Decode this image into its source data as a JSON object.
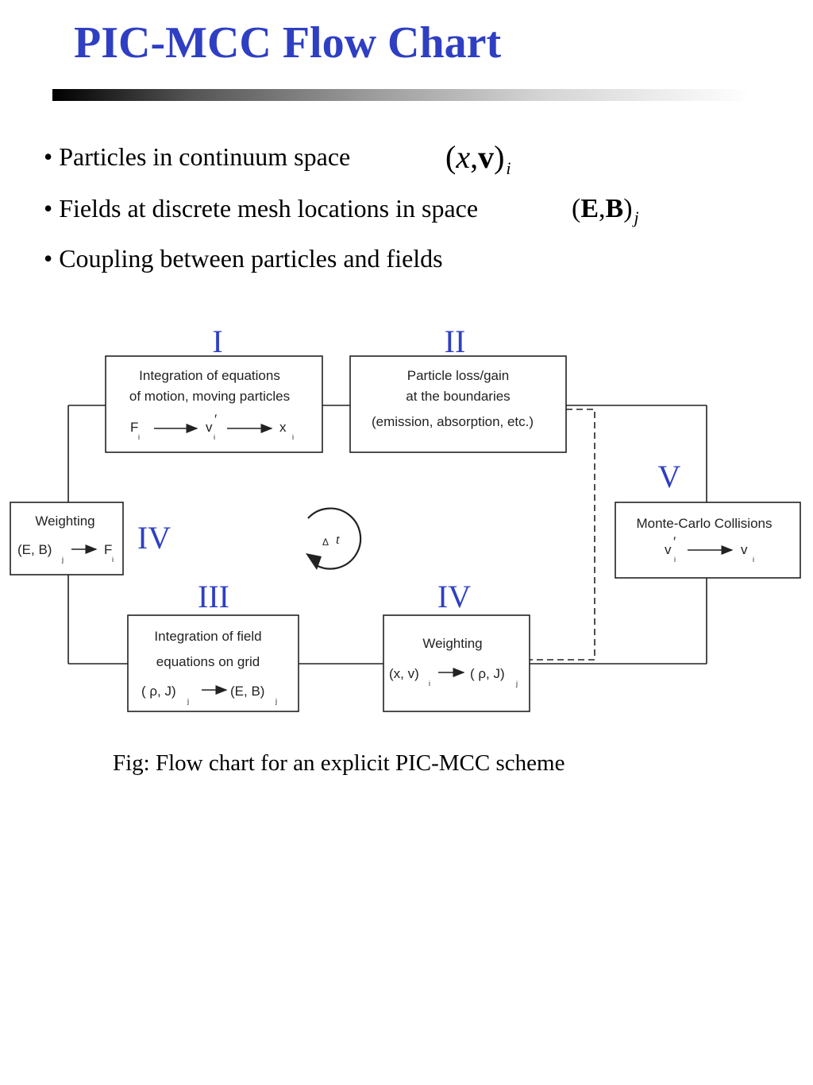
{
  "title": "PIC-MCC Flow Chart",
  "bullets": {
    "b1": "• Particles in continuum space",
    "b2": "• Fields at discrete mesh locations in space",
    "b3": "• Coupling between particles and fields"
  },
  "math": {
    "m1": {
      "open": "(",
      "x": "x",
      "comma": ",",
      "v": "v",
      "close": ")",
      "sub": "i"
    },
    "m2": {
      "open": "(",
      "E": "E",
      "comma": ",",
      "B": "B",
      "close": ")",
      "sub": "j"
    }
  },
  "stages": {
    "I": "I",
    "II": "II",
    "III": "III",
    "IV_left": "IV",
    "IV_bottom": "IV",
    "V": "V"
  },
  "boxes": {
    "integration_motion": {
      "line1": "Integration of equations",
      "line2": "of motion, moving particles",
      "a": "F",
      "a_sub": "i",
      "b": "v",
      "b_prime": "′",
      "b_sub": "i",
      "c": "x",
      "c_sub": "i"
    },
    "particle_loss": {
      "line1": "Particle loss/gain",
      "line2": "at the boundaries",
      "line3": "(emission, absorption, etc.)"
    },
    "weighting_left": {
      "line1": "Weighting",
      "a": "(E, B)",
      "a_sub": "j",
      "b": "F",
      "b_sub": "i"
    },
    "monte_carlo": {
      "line1": "Monte-Carlo Collisions",
      "a": "v",
      "a_prime": "′",
      "a_sub": "i",
      "b": "v",
      "b_sub": "i"
    },
    "field_integration": {
      "line1": "Integration of field",
      "line2": "equations on grid",
      "a": "( ρ, J)",
      "a_sub": "j",
      "b": "(E, B)",
      "b_sub": "j"
    },
    "weighting_bottom": {
      "line1": "Weighting",
      "a": "(x, v)",
      "a_sub": "i",
      "b": "( ρ, J)",
      "b_sub": "j"
    }
  },
  "cycle": {
    "delta": "Δ",
    "t": "t"
  },
  "caption": "Fig: Flow chart for an explicit PIC-MCC scheme"
}
